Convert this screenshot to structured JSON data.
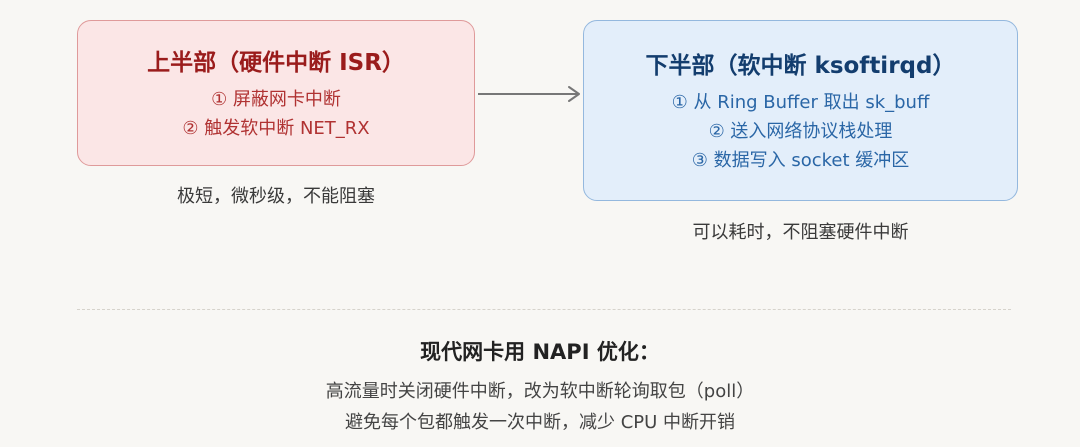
{
  "top_half": {
    "title": "上半部（硬件中断 ISR）",
    "lines": [
      "① 屏蔽网卡中断",
      "② 触发软中断 NET_RX"
    ],
    "caption": "极短，微秒级，不能阻塞",
    "colors": {
      "fill": "#fbe6e6",
      "border": "#df9a9a",
      "text": "#9a1c1c"
    }
  },
  "bottom_half": {
    "title": "下半部（软中断 ksoftirqd）",
    "lines": [
      "① 从 Ring Buffer 取出 sk_buff",
      "② 送入网络协议栈处理",
      "③ 数据写入 socket 缓冲区"
    ],
    "caption": "可以耗时，不阻塞硬件中断",
    "colors": {
      "fill": "#e3eefa",
      "border": "#94b8de",
      "text": "#133d6e"
    }
  },
  "napi": {
    "title": "现代网卡用 NAPI 优化：",
    "lines": [
      "高流量时关闭硬件中断，改为软中断轮询取包（poll）",
      "避免每个包都触发一次中断，减少 CPU 中断开销"
    ]
  }
}
